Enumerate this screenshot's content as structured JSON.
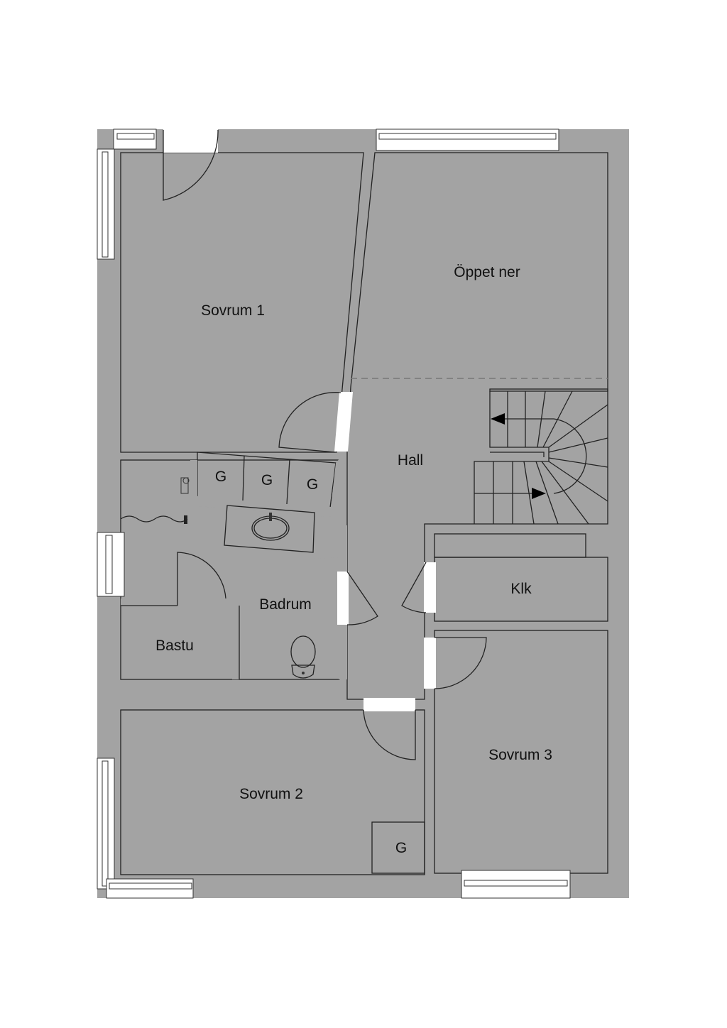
{
  "floorplan": {
    "rooms": {
      "sovrum1": "Sovrum 1",
      "oppet_ner": "Öppet ner",
      "hall": "Hall",
      "klk": "Klk",
      "badrum": "Badrum",
      "bastu": "Bastu",
      "sovrum2": "Sovrum 2",
      "sovrum3": "Sovrum 3"
    },
    "storage": [
      "G",
      "G",
      "G",
      "G"
    ],
    "colors": {
      "wall": "#a3a3a3",
      "line": "#222222",
      "background": "#ffffff"
    }
  }
}
